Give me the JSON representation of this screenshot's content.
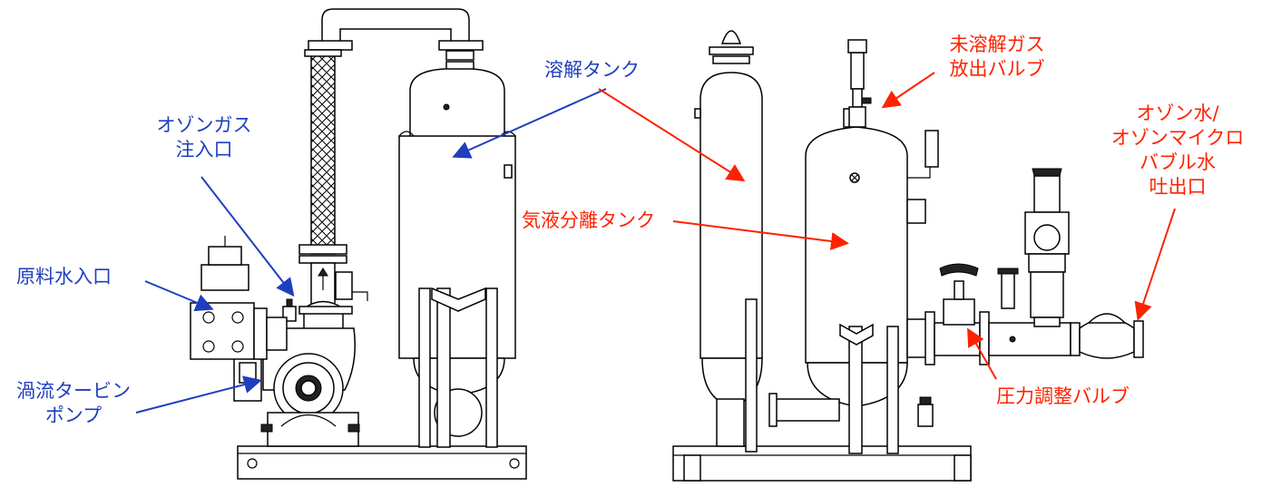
{
  "colors": {
    "blue_label": "#1f3fbf",
    "red_label": "#ff2200",
    "line": "#000000"
  },
  "left_machine": {
    "labels": {
      "dissolving_tank": "溶解タンク",
      "ozone_gas_inlet": [
        "オゾンガス",
        "注入口"
      ],
      "raw_water_inlet": "原料水入口",
      "vortex_pump": [
        "渦流タービン",
        "ポンプ"
      ]
    }
  },
  "right_machine": {
    "labels": {
      "undissolved_gas_valve": [
        "未溶解ガス",
        "放出バルブ"
      ],
      "gas_liquid_separation_tank": "気液分離タンク",
      "outlet": [
        "オゾン水/",
        "オゾンマイクロ",
        "バブル水",
        "吐出口"
      ],
      "pressure_valve": "圧力調整バルブ"
    }
  }
}
